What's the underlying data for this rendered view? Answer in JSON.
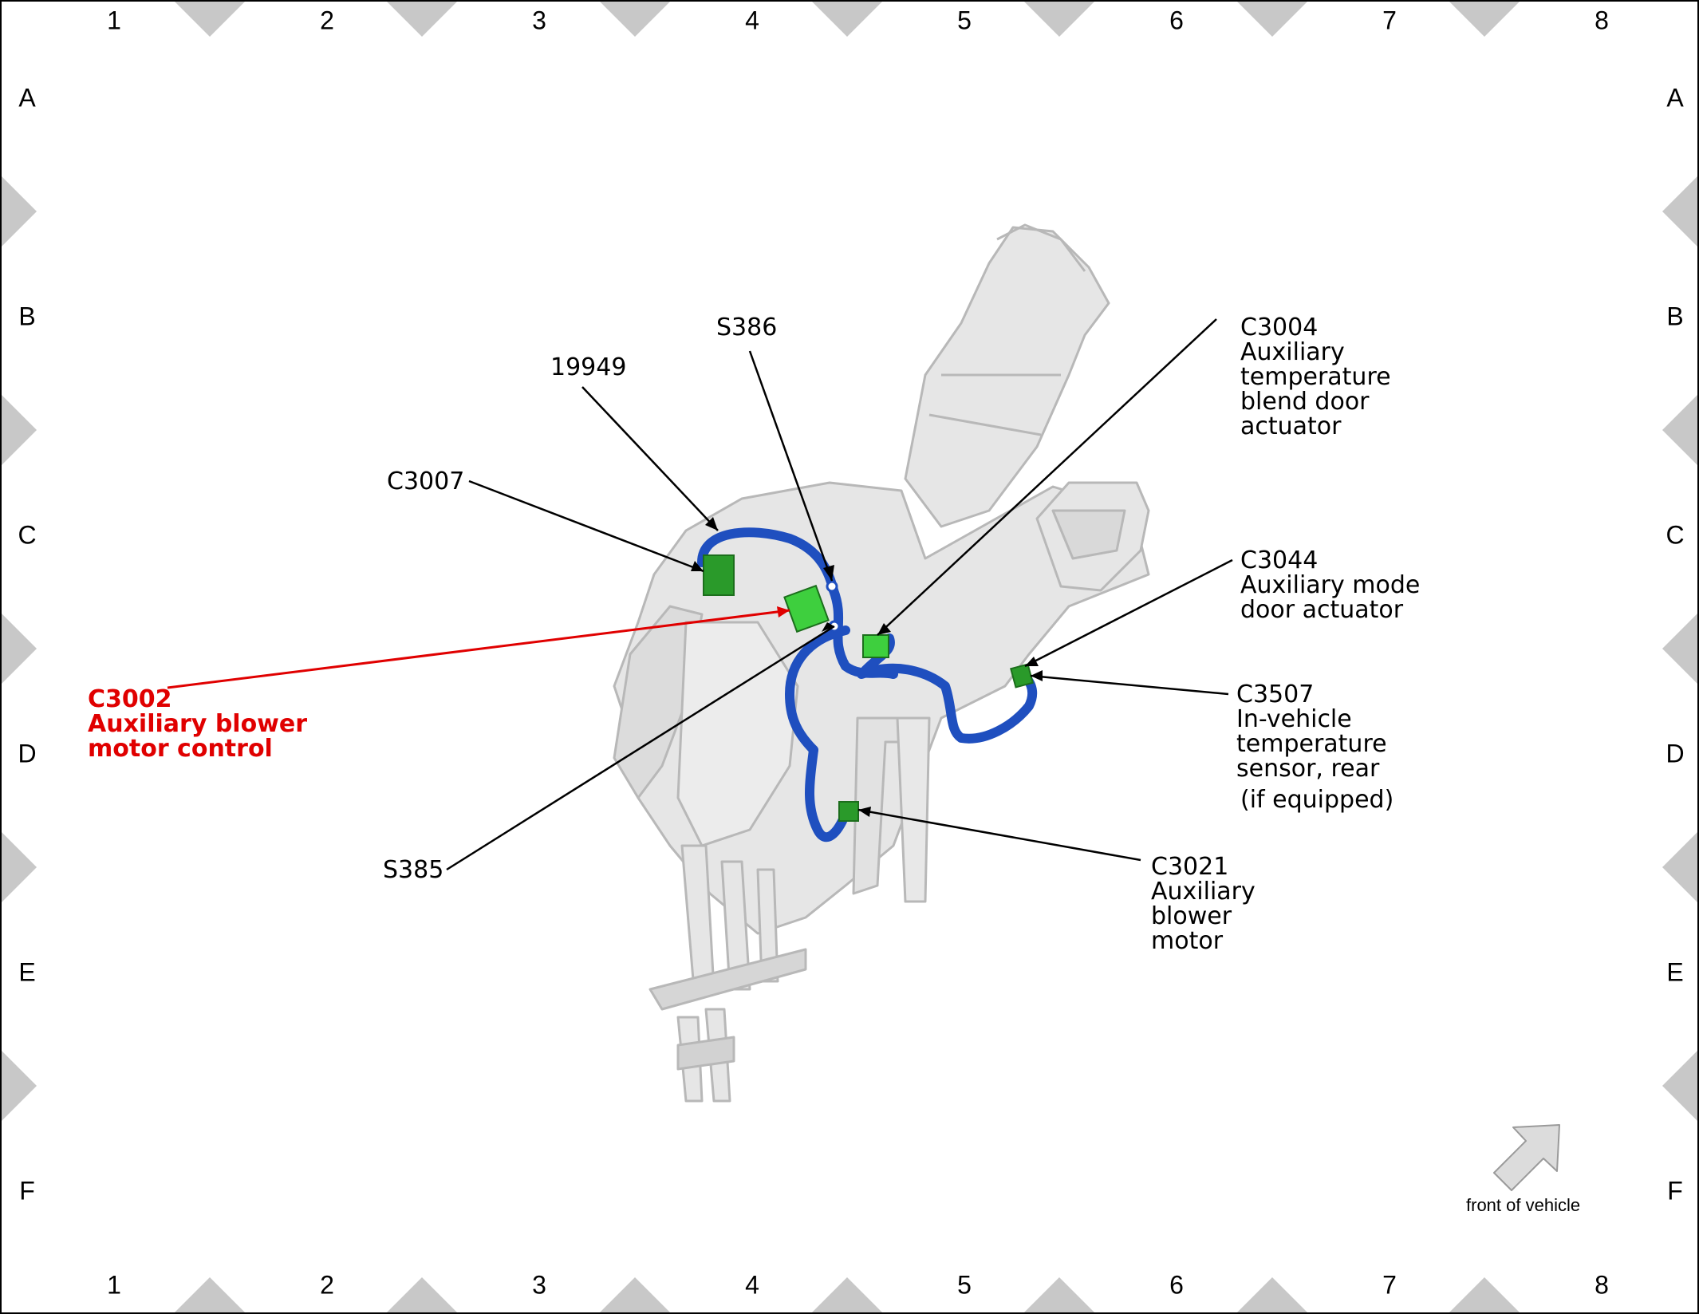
{
  "grid": {
    "columns": [
      "1",
      "2",
      "3",
      "4",
      "5",
      "6",
      "7",
      "8"
    ],
    "rows": [
      "A",
      "B",
      "C",
      "D",
      "E",
      "F"
    ]
  },
  "callouts": {
    "s386": [
      "S386"
    ],
    "n19949": [
      "19949"
    ],
    "c3007": [
      "C3007"
    ],
    "c3002": [
      "C3002",
      "Auxiliary blower",
      "motor control"
    ],
    "s385": [
      "S385"
    ],
    "c3004": [
      "C3004",
      "Auxiliary",
      "temperature",
      "blend door",
      "actuator"
    ],
    "c3044": [
      "C3044",
      "Auxiliary mode",
      "door actuator"
    ],
    "c3507": [
      "C3507",
      "In-vehicle",
      "temperature",
      "sensor, rear",
      "(if equipped)"
    ],
    "c3021": [
      "C3021",
      "Auxiliary",
      "blower",
      "motor"
    ]
  },
  "orientation": {
    "label": "front of vehicle",
    "icon": "arrow-up-right-icon"
  },
  "colors": {
    "highlight": "#e00000",
    "harness": "#1f4fbf",
    "connector": "#3ecf3e",
    "connector_dark": "#2a9a2a",
    "housing": "#e6e6e6",
    "housing_stroke": "#b8b8b8",
    "border_marker": "#c8c8c8"
  }
}
